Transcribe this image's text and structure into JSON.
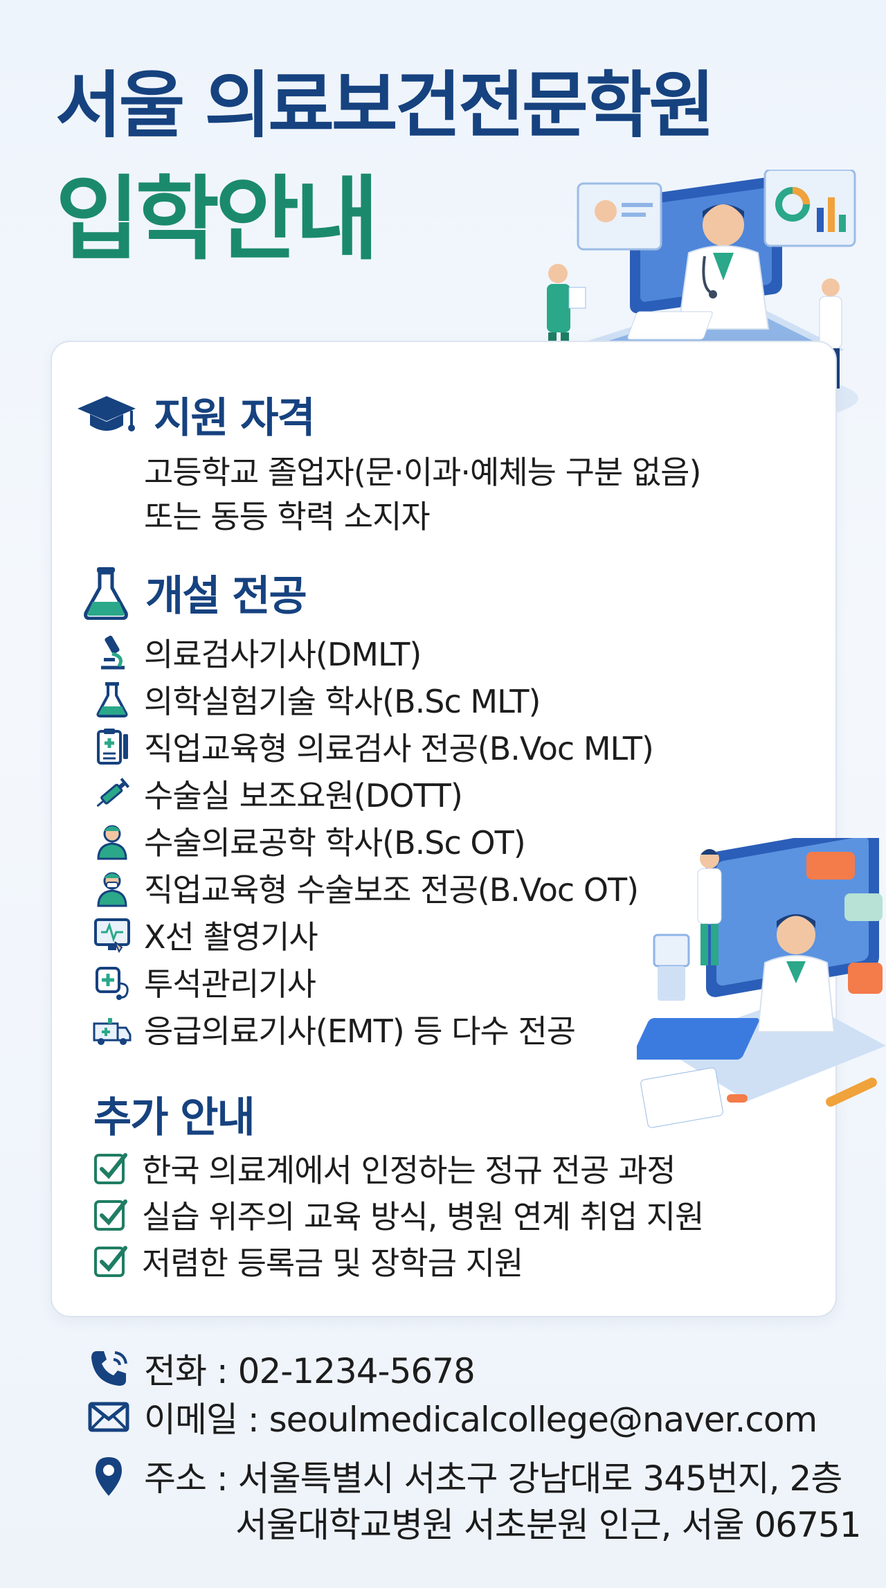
{
  "title_line1": "서울 의료보건전문학원",
  "title_line2": "입학안내",
  "qualification": {
    "heading": "지원 자격",
    "line1": "고등학교 졸업자(문·이과·예체능 구분 없음)",
    "line2": "또는 동등 학력 소지자"
  },
  "majors": {
    "heading": "개설 전공",
    "items": [
      {
        "label": "의료검사기사(DMLT)",
        "icon": "microscope-icon"
      },
      {
        "label": "의학실험기술 학사(B.Sc MLT)",
        "icon": "flask-icon"
      },
      {
        "label": "직업교육형 의료검사 전공(B.Voc MLT)",
        "icon": "clipboard-icon"
      },
      {
        "label": "수술실 보조요원(DOTT)",
        "icon": "syringe-icon"
      },
      {
        "label": "수술의료공학 학사(B.Sc OT)",
        "icon": "surgeon-icon"
      },
      {
        "label": "직업교육형 수술보조 전공(B.Voc OT)",
        "icon": "surgeon-icon"
      },
      {
        "label": "X선 촬영기사",
        "icon": "xray-monitor-icon"
      },
      {
        "label": "투석관리기사",
        "icon": "dialysis-icon"
      },
      {
        "label": "응급의료기사(EMT) 등 다수 전공",
        "icon": "ambulance-icon"
      }
    ]
  },
  "additional": {
    "heading": "추가 안내",
    "items": [
      "한국 의료계에서 인정하는 정규 전공 과정",
      "실습 위주의 교육 방식, 병원 연계 취업 지원",
      "저렴한 등록금 및 장학금 지원"
    ]
  },
  "contact": {
    "phone": "전화 : 02-1234-5678",
    "email": "이메일 : seoulmedicalcollege@naver.com",
    "address_line1": "주소 : 서울특별시 서초구 강남대로 345번지, 2층",
    "address_line2": "서울대학교병원 서초분원 인근, 서울 06751"
  },
  "colors": {
    "navy": "#16427f",
    "green": "#1b8a6c",
    "teal": "#2aa889",
    "check": "#1f7d63"
  }
}
